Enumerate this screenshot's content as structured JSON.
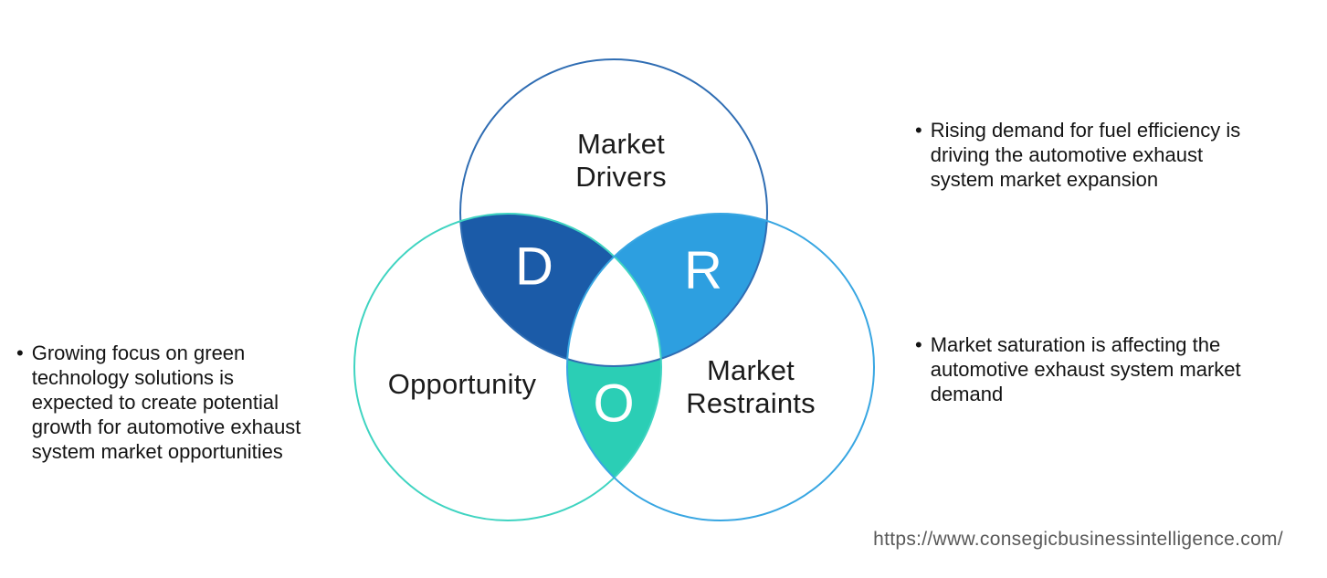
{
  "venn": {
    "drivers": {
      "label": "Market\nDrivers",
      "letter": "D",
      "region_fill": "#1b5ba8",
      "stroke": "#2f6db3"
    },
    "restraints": {
      "label": "Market\nRestraints",
      "letter": "R",
      "region_fill": "#2d9fe0",
      "stroke": "#38a6e2"
    },
    "opportunity": {
      "label": "Opportunity",
      "letter": "O",
      "region_fill": "#2bceb5",
      "stroke": "#3fd4c1"
    },
    "center_fill": "#ffffff",
    "letter_color": "#ffffff",
    "label_color": "#1b1b1b"
  },
  "bullets": {
    "left": {
      "marker": "•",
      "text": "Growing focus on green\ntechnology solutions is\nexpected to create potential\ngrowth for automotive exhaust\nsystem market opportunities"
    },
    "right_top": {
      "marker": "•",
      "text": "Rising demand for fuel efficiency is\ndriving the automotive exhaust\nsystem market expansion"
    },
    "right_bottom": {
      "marker": "•",
      "text": "Market saturation is affecting the\nautomotive exhaust system market\ndemand"
    }
  },
  "footer": {
    "url": "https://www.consegicbusinessintelligence.com/"
  }
}
